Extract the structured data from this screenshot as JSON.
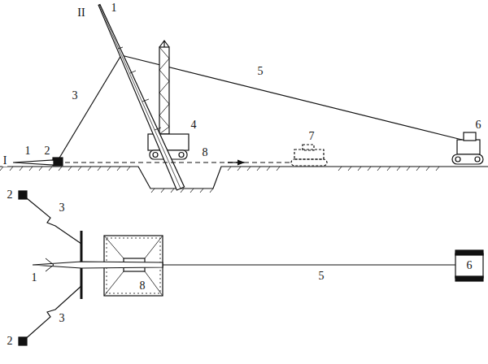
{
  "diagram": {
    "labels": [
      "II",
      "1",
      "3",
      "5",
      "1",
      "2",
      "4",
      "7",
      "6",
      "8",
      "I",
      "2",
      "3",
      "1",
      "8",
      "5",
      "6",
      "3",
      "2"
    ]
  }
}
